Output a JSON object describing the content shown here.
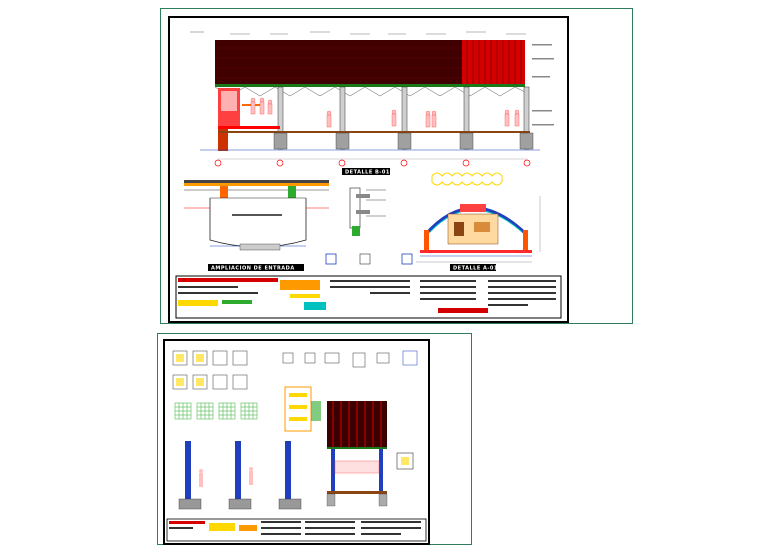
{
  "sheet1": {
    "label_detalle_a": "DETALLE A-01",
    "label_detalle_b": "DETALLE B-01",
    "label_ampliacion": "AMPLIACION DE ENTRADA",
    "axes": [
      "1",
      "2",
      "3",
      "4",
      "5",
      "6"
    ]
  },
  "sheet2": {},
  "colors": {
    "frame": "#2e7d5b",
    "roof_dark": "#5a0000",
    "roof_red": "#cc0000",
    "structure_blue": "#1f3fbf",
    "annotation_red": "#ff0000",
    "annotation_yellow": "#ffd800",
    "annotation_cyan": "#00c0c0",
    "annotation_green": "#2eaa2e"
  }
}
